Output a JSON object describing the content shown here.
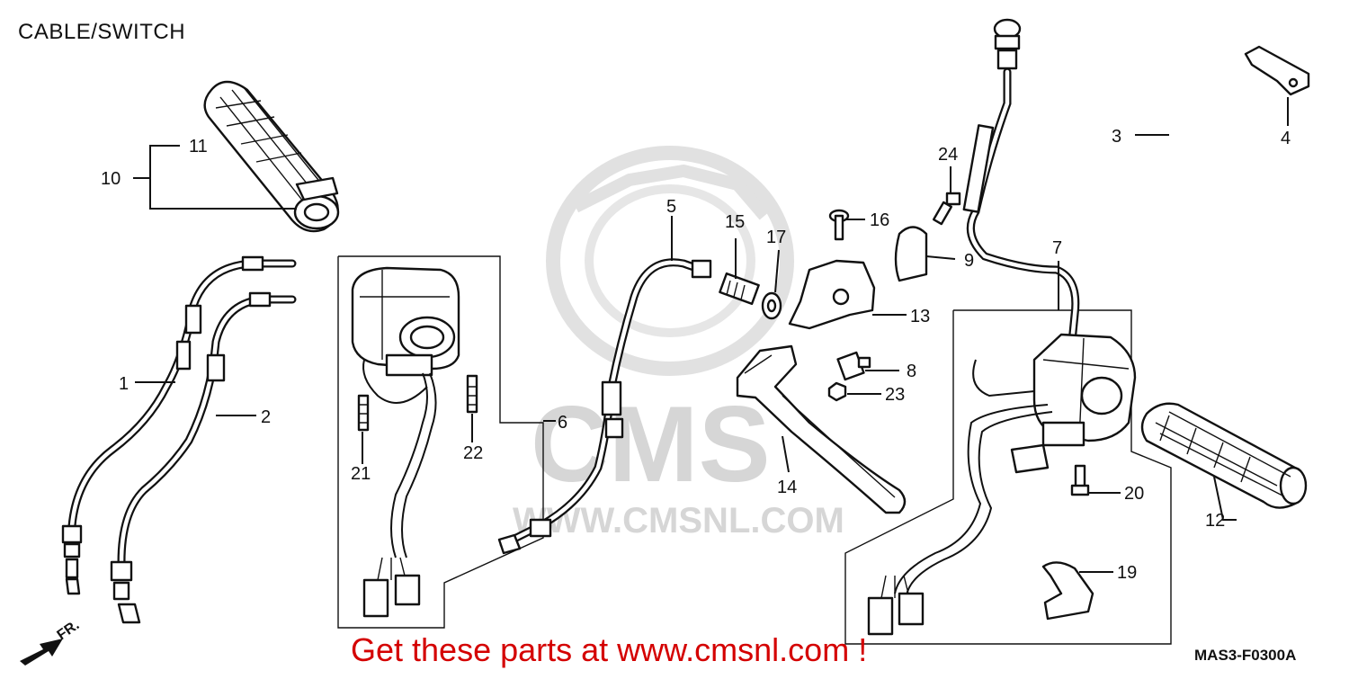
{
  "title": "CABLE/SWITCH",
  "watermark": {
    "brand": "CMS",
    "url": "WWW.CMSNL.COM"
  },
  "footer": {
    "cta": "Get these parts at www.cmsnl.com !",
    "diagram_code": "MAS3-F0300A"
  },
  "direction_label": "FR.",
  "callouts": [
    "1",
    "2",
    "3",
    "4",
    "5",
    "6",
    "7",
    "8",
    "9",
    "10",
    "11",
    "12",
    "13",
    "14",
    "15",
    "16",
    "17",
    "19",
    "20",
    "21",
    "22",
    "23",
    "24"
  ],
  "colors": {
    "line": "#111111",
    "cta": "#d40000",
    "watermark": "#d6d6d6"
  }
}
